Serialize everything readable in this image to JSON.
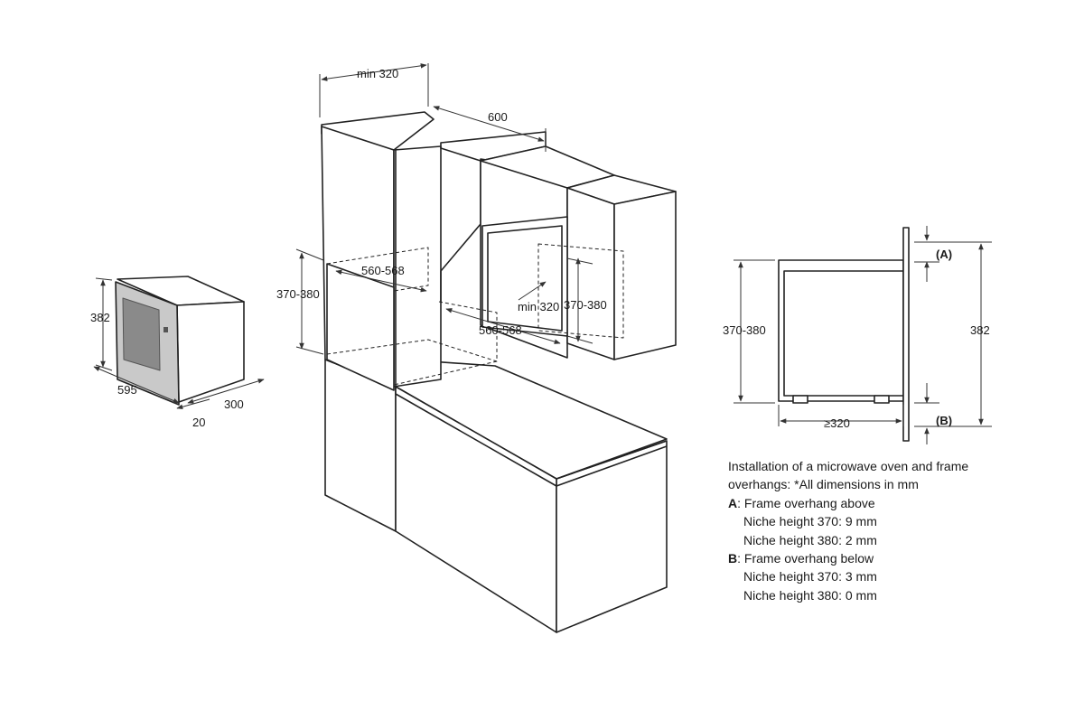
{
  "dimensions": {
    "oven_height": "382",
    "oven_width": "595",
    "oven_depth": "300",
    "frame_depth": "20",
    "min_depth_top": "min 320",
    "cabinet_depth": "600",
    "niche_width_left": "560-568",
    "niche_height_left": "370-380",
    "niche_min_depth": "min 320",
    "niche_height_right": "370-380",
    "niche_width_right": "560-568",
    "side_height": "370-380",
    "side_total_height": "382",
    "side_depth": "≥320",
    "label_a": "(A)",
    "label_b": "(B)"
  },
  "notes": {
    "intro_line1": "Installation of a microwave oven and frame",
    "intro_line2": "overhangs: *All dimensions in mm",
    "a_letter": "A",
    "a_title": ": Frame overhang above",
    "a_item1": "Niche height 370: 9 mm",
    "a_item2": "Niche height 380: 2 mm",
    "b_letter": "B",
    "b_title": ": Frame overhang below",
    "b_item1": "Niche height 370: 3 mm",
    "b_item2": "Niche height 380: 0 mm"
  }
}
